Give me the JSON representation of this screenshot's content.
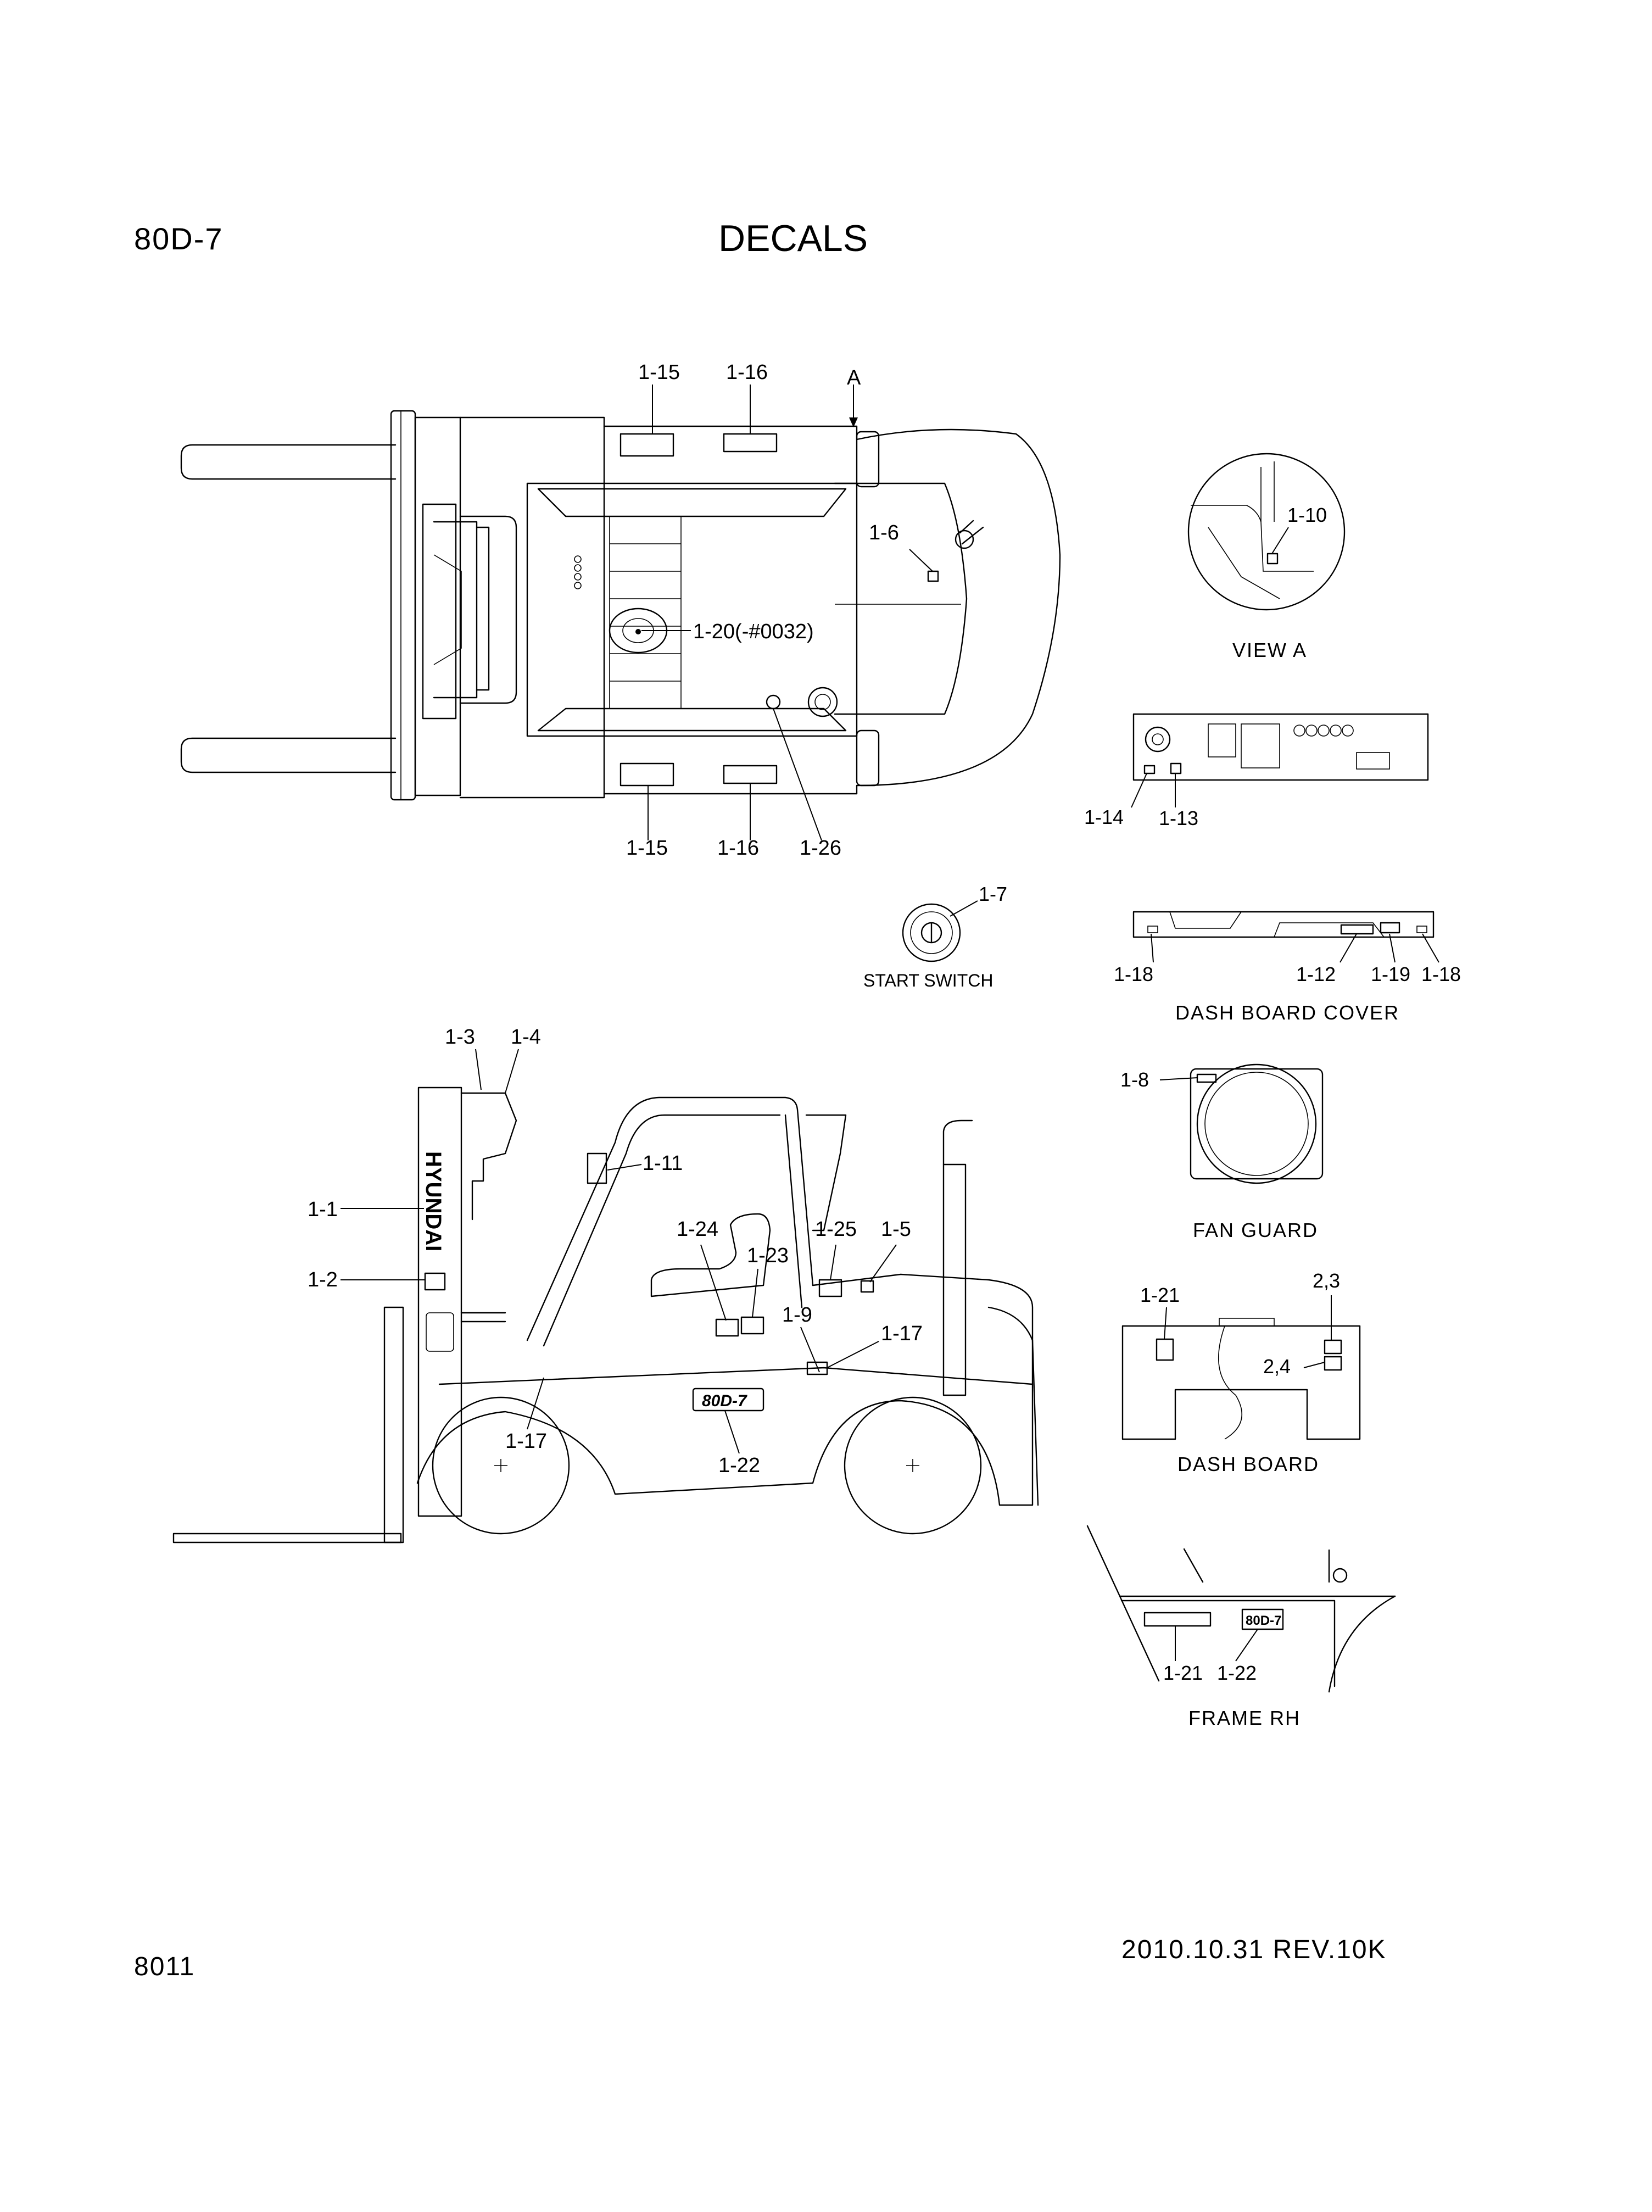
{
  "header": {
    "model": "80D-7",
    "title": "DECALS"
  },
  "footer": {
    "page_number": "8011",
    "date_rev": "2010.10.31  REV.10K"
  },
  "views": {
    "view_a": "VIEW A",
    "start_switch": "START SWITCH",
    "dash_board_cover": "DASH BOARD COVER",
    "fan_guard": "FAN GUARD",
    "dash_board": "DASH BOARD",
    "frame_rh": "FRAME RH"
  },
  "markings": {
    "hyundai": "HYUNDAI",
    "model_decal": "80D-7"
  },
  "callouts": {
    "top_1_15_a": "1-15",
    "top_1_16_a": "1-16",
    "top_a": "A",
    "top_1_6": "1-6",
    "top_1_20": "1-20(-#0032)",
    "top_1_15_b": "1-15",
    "top_1_16_b": "1-16",
    "top_1_26": "1-26",
    "va_1_10": "1-10",
    "dash_1_14": "1-14",
    "dash_1_13": "1-13",
    "ss_1_7": "1-7",
    "dbc_1_18_a": "1-18",
    "dbc_1_12": "1-12",
    "dbc_1_19": "1-19",
    "dbc_1_18_b": "1-18",
    "side_1_3": "1-3",
    "side_1_4": "1-4",
    "side_1_11": "1-11",
    "side_1_1": "1-1",
    "side_1_2": "1-2",
    "side_1_24": "1-24",
    "side_1_23": "1-23",
    "side_1_25": "1-25",
    "side_1_5": "1-5",
    "side_1_9": "1-9",
    "side_1_17_a": "1-17",
    "side_1_17_b": "1-17",
    "side_1_22": "1-22",
    "fg_1_8": "1-8",
    "db_1_21": "1-21",
    "db_2_3": "2,3",
    "db_2_4": "2,4",
    "fr_1_21": "1-21",
    "fr_1_22": "1-22"
  }
}
